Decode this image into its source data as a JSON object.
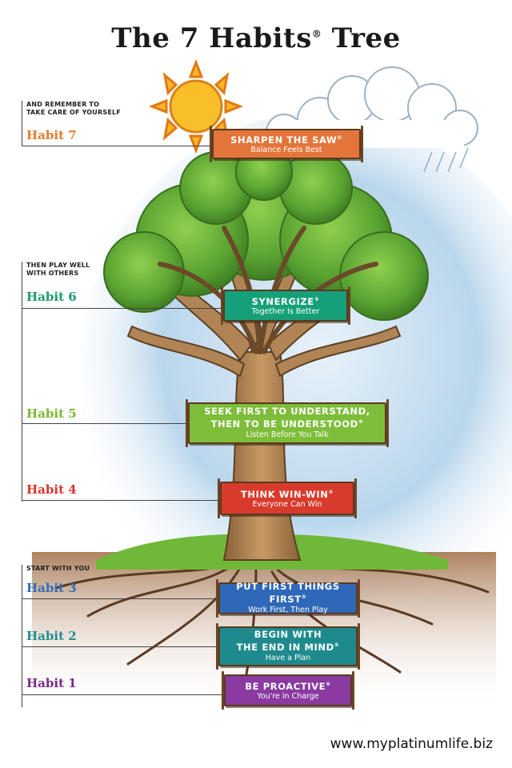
{
  "title": "The 7 Habits",
  "title_mark": "®",
  "title_suffix": "Tree",
  "sections": [
    {
      "line1": "AND REMEMBER TO",
      "line2": "TAKE CARE OF YOURSELF"
    },
    {
      "line1": "THEN PLAY WELL",
      "line2": "WITH OTHERS"
    },
    {
      "line1": "START WITH YOU",
      "line2": ""
    }
  ],
  "habits": [
    {
      "label": "Habit 7",
      "color": "#e87c2a",
      "sign_title": "SHARPEN THE SAW",
      "sign_subtitle": "Balance Feels Best",
      "sign_color": "#e4753a"
    },
    {
      "label": "Habit 6",
      "color": "#1a9b6a",
      "sign_title": "SYNERGIZE",
      "sign_subtitle": "Together Is Better",
      "sign_color": "#16a07a"
    },
    {
      "label": "Habit 5",
      "color": "#7cb82f",
      "sign_title": "SEEK FIRST TO UNDERSTAND,\nTHEN TO BE UNDERSTOOD",
      "sign_subtitle": "Listen Before You Talk",
      "sign_color": "#7dbd3a"
    },
    {
      "label": "Habit 4",
      "color": "#d9342b",
      "sign_title": "THINK WIN-WIN",
      "sign_subtitle": "Everyone Can Win",
      "sign_color": "#d83a2c"
    },
    {
      "label": "Habit 3",
      "color": "#2f6db5",
      "sign_title": "PUT FIRST THINGS FIRST",
      "sign_subtitle": "Work First, Then Play",
      "sign_color": "#2f68b8"
    },
    {
      "label": "Habit 2",
      "color": "#1f8f8f",
      "sign_title": "BEGIN WITH\nTHE END IN MIND",
      "sign_subtitle": "Have a Plan",
      "sign_color": "#1e8a8e"
    },
    {
      "label": "Habit 1",
      "color": "#7a2a8a",
      "sign_title": "BE PROACTIVE",
      "sign_subtitle": "You're in Charge",
      "sign_color": "#8a3aa0"
    }
  ],
  "footer": "www.myplatinumlife.biz",
  "colors": {
    "sky": "#a9cbe6",
    "leaves": "#5fa83a",
    "trunk": "#a9804f",
    "soil": "#8a5a3a",
    "grass": "#6fb83a",
    "sun": "#f6b81f"
  }
}
